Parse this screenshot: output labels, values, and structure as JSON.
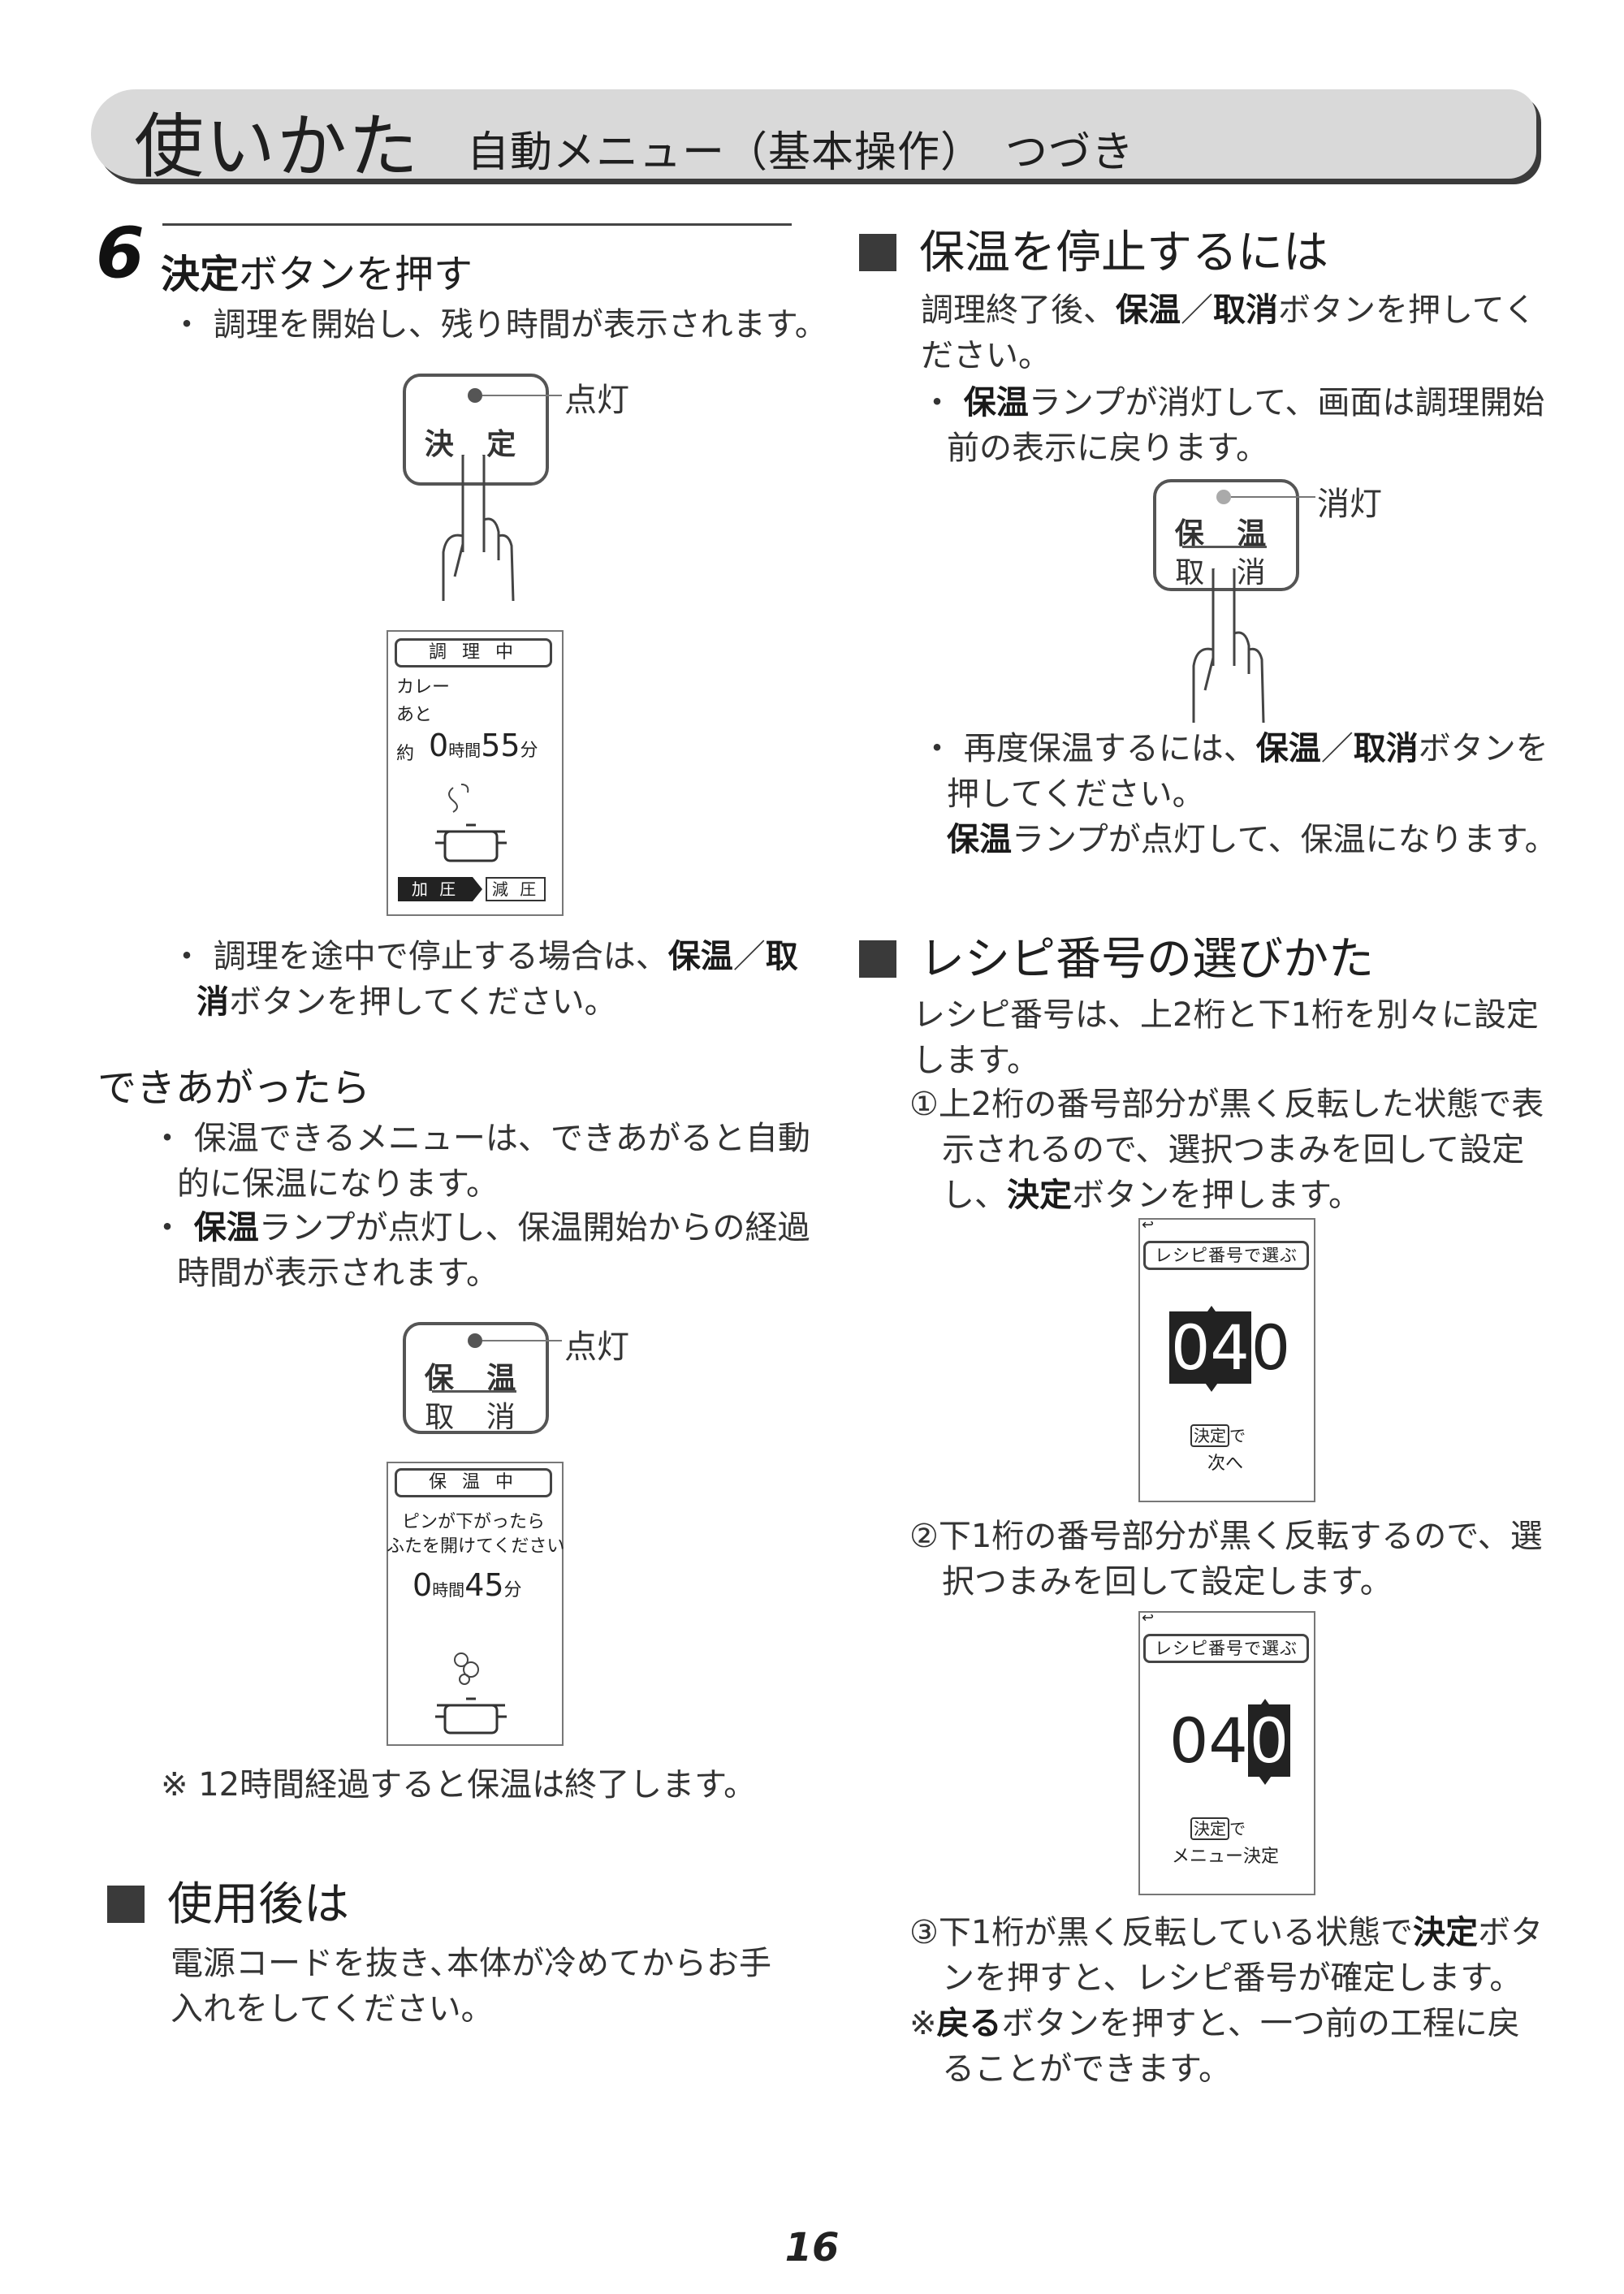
{
  "header": {
    "title": "使いかた",
    "subtitle": "自動メニュー（基本操作）　つづき"
  },
  "step6": {
    "number": "6",
    "title_bold": "決定",
    "title_rest": "ボタンを押す",
    "bullet": "・ 調理を開始し、残り時間が表示されます。",
    "button_label": "決 定",
    "callout": "点灯",
    "screen": {
      "tag": "調 理 中",
      "menu": "カレー",
      "remain": "あと",
      "approx": "約",
      "hours_value": "0",
      "hours_unit": "時間",
      "min_value": "55",
      "min_unit": "分",
      "stage1": "加 圧",
      "stage2": "減 圧"
    },
    "stop_note": {
      "prefix": "・ 調理を途中で停止する場合は、",
      "bold1": "保温",
      "slash": "／",
      "bold2": "取",
      "bold3": "消",
      "suffix": "ボタンを押してください。"
    }
  },
  "done": {
    "heading": "できあがったら",
    "bullet1_line1": "・ 保温できるメニューは、できあがると自動",
    "bullet1_line2": "的に保温になります。",
    "bullet2_bold": "保温",
    "bullet2_line1_rest": "ランプが点灯し、保温開始からの経過",
    "bullet2_line2": "時間が表示されます。",
    "button_top": "保 温",
    "button_bottom": "取 消",
    "callout": "点灯",
    "screen": {
      "tag": "保 温 中",
      "line1": "ピンが下がったら",
      "line2": "ふたを開けてください",
      "hours_value": "0",
      "hours_unit": "時間",
      "min_value": "45",
      "min_unit": "分"
    },
    "note": "※ 12時間経過すると保温は終了します。"
  },
  "after_use": {
    "heading": "使用後は",
    "line1": "電源コードを抜き､本体が冷めてからお手",
    "line2": "入れをしてください。"
  },
  "stop_keep_warm": {
    "heading": "保温を停止するには",
    "p1_pre": "調理終了後、",
    "p1_b1": "保温",
    "p1_slash": "／",
    "p1_b2": "取消",
    "p1_post": "ボタンを押してく",
    "p1_line2": "ださい。",
    "bullet1_bold": "保温",
    "bullet1_rest": "ランプが消灯して、画面は調理開始",
    "bullet1_line2": "前の表示に戻ります。",
    "button_top": "保 温",
    "button_bottom": "取 消",
    "callout": "消灯",
    "bullet2_pre": "・ 再度保温するには、",
    "bullet2_b1": "保温",
    "bullet2_slash": "／",
    "bullet2_b2": "取消",
    "bullet2_post": "ボタンを",
    "bullet2_line2": "押してください。",
    "bullet2_line3_bold": "保温",
    "bullet2_line3_rest": "ランプが点灯して、保温になります。"
  },
  "recipe": {
    "heading": "レシピ番号の選びかた",
    "intro_line1": "レシピ番号は、上2桁と下1桁を別々に設定",
    "intro_line2": "します。",
    "step1_line1": "①上2桁の番号部分が黒く反転した状態で表",
    "step1_line2": "示されるので、選択つまみを回して設定",
    "step1_line3_pre": "し、",
    "step1_line3_bold": "決定",
    "step1_line3_post": "ボタンを押します。",
    "screen1": {
      "back": "↩",
      "tag": "レシピ番号で選ぶ",
      "digits_hl": "04",
      "digits_rest": "0",
      "key": "決定",
      "key_suffix": "で",
      "next": "次へ"
    },
    "step2_line1": "②下1桁の番号部分が黒く反転するので、選",
    "step2_line2": "択つまみを回して設定します。",
    "screen2": {
      "back": "↩",
      "tag": "レシピ番号で選ぶ",
      "digits_rest": "04",
      "digits_hl": "0",
      "key": "決定",
      "key_suffix": "で",
      "next": "メニュー決定"
    },
    "step3_pre": "③下1桁が黒く反転している状態で",
    "step3_bold": "決定",
    "step3_post": "ボタ",
    "step3_line2": "ンを押すと、レシピ番号が確定します。",
    "note_pre": "※",
    "note_bold": "戻る",
    "note_post": "ボタンを押すと、一つ前の工程に戻",
    "note_line2": "ることができます。"
  },
  "page_number": "16"
}
